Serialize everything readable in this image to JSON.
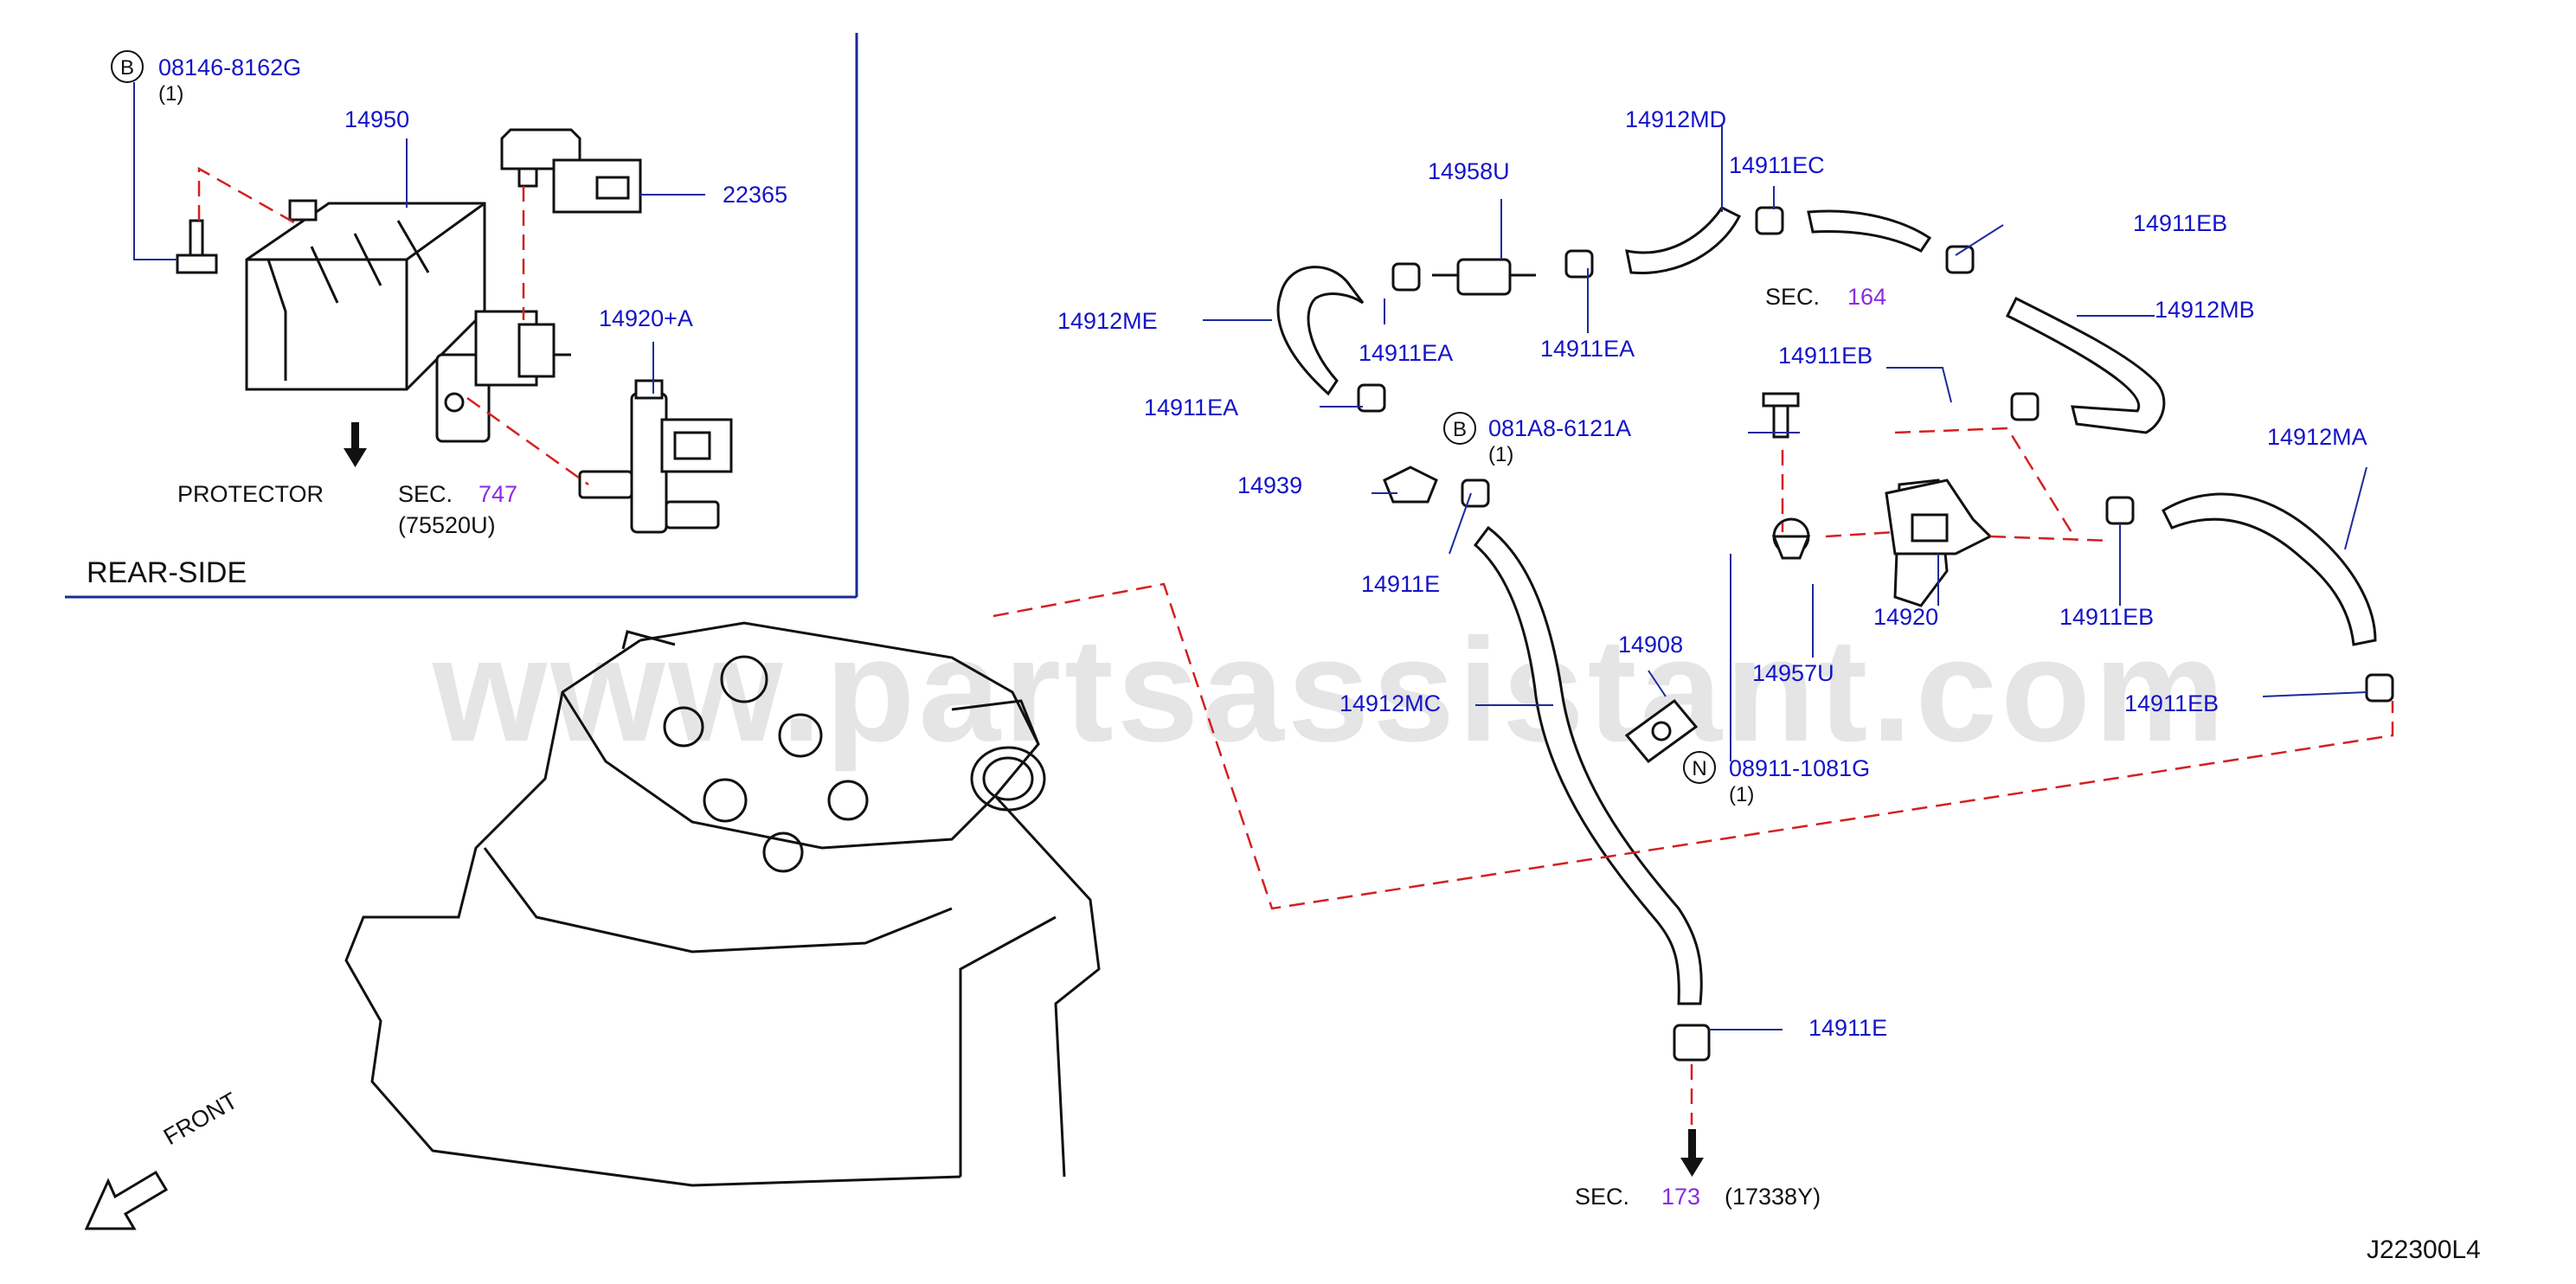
{
  "inset": {
    "rear_side": "REAR-SIDE",
    "protector": "PROTECTOR",
    "sec_prefix": "SEC.",
    "sec_num": "747",
    "sec_ref": "(75520U)"
  },
  "front_label": "FRONT",
  "diagram_code": "J22300L4",
  "watermark": "www.partsassistant.com",
  "markers": {
    "b": "B",
    "n": "N"
  },
  "parts": {
    "p08146": "08146-8162G",
    "p08146_qty": "(1)",
    "p14950": "14950",
    "p22365": "22365",
    "p14920A": "14920+A",
    "p14958U": "14958U",
    "p14912MD": "14912MD",
    "p14911EC": "14911EC",
    "p14911EB_1": "14911EB",
    "p14912ME": "14912ME",
    "p14911EA_1": "14911EA",
    "p14911EA_2": "14911EA",
    "p14912MB": "14912MB",
    "p14911EB_2": "14911EB",
    "p14911EA_3": "14911EA",
    "p081A8": "081A8-6121A",
    "p081A8_qty": "(1)",
    "p14912MA": "14912MA",
    "p14939": "14939",
    "p14911E_1": "14911E",
    "p14920": "14920",
    "p14911EB_3": "14911EB",
    "p14908": "14908",
    "p14957U": "14957U",
    "p14912MC": "14912MC",
    "p14911EB_4": "14911EB",
    "p08911": "08911-1081G",
    "p08911_qty": "(1)",
    "p14911E_2": "14911E"
  },
  "sections": {
    "s164_prefix": "SEC.",
    "s164": "164",
    "s173_prefix": "SEC.",
    "s173": "173",
    "s173_ref": "(17338Y)"
  }
}
